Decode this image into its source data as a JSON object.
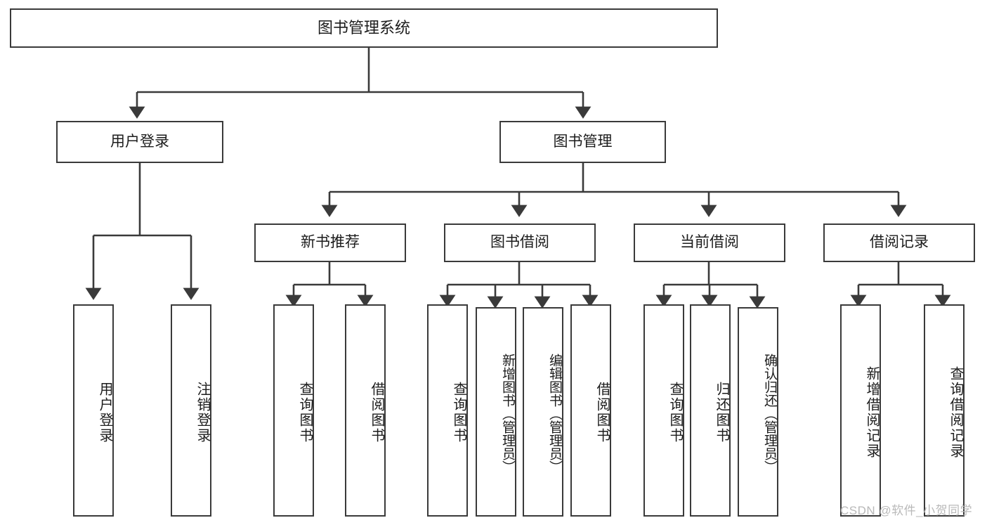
{
  "diagram": {
    "title": "图书管理系统",
    "type": "hierarchy-tree",
    "watermark": "CSDN @软件_小贺同学",
    "colors": {
      "stroke": "#3a3a3a",
      "text": "#1c1c1c",
      "background": "#ffffff",
      "watermark": "#b9b9b9"
    },
    "levels": {
      "root": {
        "label": "图书管理系统"
      },
      "tier2": [
        {
          "label": "用户登录"
        },
        {
          "label": "图书管理"
        }
      ],
      "tier3": [
        {
          "label": "新书推荐"
        },
        {
          "label": "图书借阅"
        },
        {
          "label": "当前借阅"
        },
        {
          "label": "借阅记录"
        }
      ],
      "leaves": {
        "user_login": [
          {
            "label": "用户登录"
          },
          {
            "label": "注销登录"
          }
        ],
        "new_book_recommend": [
          {
            "label": "查询图书"
          },
          {
            "label": "借阅图书"
          }
        ],
        "book_borrow": [
          {
            "label": "查询图书"
          },
          {
            "label": "新增图书（管理员）"
          },
          {
            "label": "编辑图书（管理员）"
          },
          {
            "label": "借阅图书"
          }
        ],
        "current_borrow": [
          {
            "label": "查询图书"
          },
          {
            "label": "归还图书"
          },
          {
            "label": "确认归还（管理员）"
          }
        ],
        "borrow_record": [
          {
            "label": "新增借阅记录"
          },
          {
            "label": "查询借阅记录"
          }
        ]
      }
    }
  }
}
